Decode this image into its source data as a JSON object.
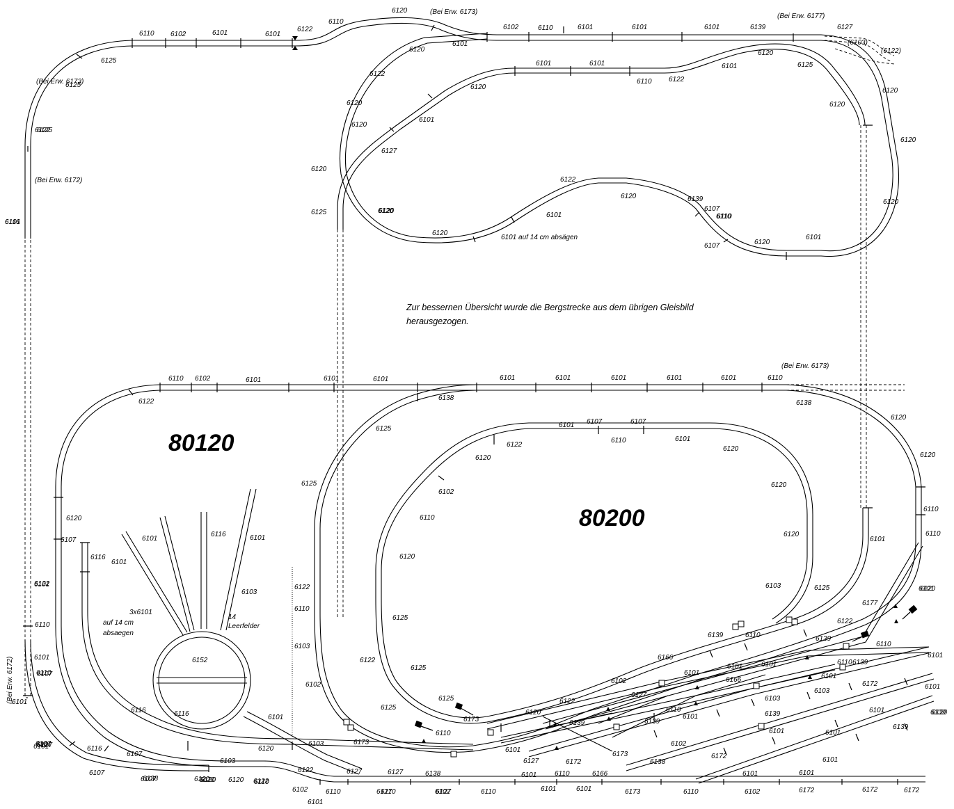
{
  "layouts": {
    "left": "80120",
    "right": "80200"
  },
  "note": {
    "line1": "Zur bessernen Übersicht wurde die Bergstrecke aus dem übrigen Gleisbild",
    "line2": "herausgezogen."
  },
  "turntable": {
    "number": "6152",
    "cut_note": [
      "3x6101",
      "auf 14 cm",
      "absaegen"
    ],
    "empty": [
      "14",
      "Leerfelder"
    ]
  },
  "labels": [
    {
      "t": "6120"
    },
    {
      "t": "(Bei Erw. 6173)"
    },
    {
      "t": "6110"
    },
    {
      "t": "6110"
    },
    {
      "t": "6102"
    },
    {
      "t": "6101"
    },
    {
      "t": "6101"
    },
    {
      "t": "6122"
    },
    {
      "t": "6102"
    },
    {
      "t": "6110"
    },
    {
      "t": "6101"
    },
    {
      "t": "6101"
    },
    {
      "t": "6101"
    },
    {
      "t": "6139"
    },
    {
      "t": "(Bei Erw. 6177)"
    },
    {
      "t": "6127"
    },
    {
      "t": "(6103)"
    },
    {
      "t": "(6122)"
    },
    {
      "t": "6120"
    },
    {
      "t": "6101"
    },
    {
      "t": "6120"
    },
    {
      "t": "6125"
    },
    {
      "t": "6125"
    },
    {
      "t": "6122"
    },
    {
      "t": "6101"
    },
    {
      "t": "6101"
    },
    {
      "t": "6101"
    },
    {
      "t": "6110"
    },
    {
      "t": "6122"
    },
    {
      "t": "6120"
    },
    {
      "t": "6125"
    },
    {
      "t": "6120"
    },
    {
      "t": "6120"
    },
    {
      "t": "6120"
    },
    {
      "t": "6120"
    },
    {
      "t": "6101"
    },
    {
      "t": "6122"
    },
    {
      "t": "6101"
    },
    {
      "t": "6120"
    },
    {
      "t": "6127"
    },
    {
      "t": "6120"
    },
    {
      "t": "6110"
    },
    {
      "t": "6125"
    },
    {
      "t": "6122"
    },
    {
      "t": "6120"
    },
    {
      "t": "6139"
    },
    {
      "t": "6107"
    },
    {
      "t": "6110"
    },
    {
      "t": "6120"
    },
    {
      "t": "6101"
    },
    {
      "t": "6120"
    },
    {
      "t": "6120"
    },
    {
      "t": "6101 auf 14 cm absägen"
    },
    {
      "t": "6107"
    },
    {
      "t": "6120"
    },
    {
      "t": "6120"
    },
    {
      "t": "(Bei Erw. 6172)"
    },
    {
      "t": "(Bei Erw. 6173)"
    },
    {
      "t": "6110"
    },
    {
      "t": "6102"
    },
    {
      "t": "6101"
    },
    {
      "t": "6101"
    },
    {
      "t": "6101"
    },
    {
      "t": "6101"
    },
    {
      "t": "6101"
    },
    {
      "t": "6101"
    },
    {
      "t": "6101"
    },
    {
      "t": "6101"
    },
    {
      "t": "6110"
    },
    {
      "t": "6122"
    },
    {
      "t": "6138"
    },
    {
      "t": "6138"
    },
    {
      "t": "6120"
    },
    {
      "t": "6125"
    },
    {
      "t": "6101"
    },
    {
      "t": "6107"
    },
    {
      "t": "6107"
    },
    {
      "t": "6110"
    },
    {
      "t": "6101"
    },
    {
      "t": "6122"
    },
    {
      "t": "6120"
    },
    {
      "t": "6120"
    },
    {
      "t": "6120"
    },
    {
      "t": "6120"
    },
    {
      "t": "6125"
    },
    {
      "t": "6102"
    },
    {
      "t": "6110"
    },
    {
      "t": "6120"
    },
    {
      "t": "6120"
    },
    {
      "t": "6103"
    },
    {
      "t": "6110"
    },
    {
      "t": "6110"
    },
    {
      "t": "6107"
    },
    {
      "t": "6116"
    },
    {
      "t": "6101"
    },
    {
      "t": "6101"
    },
    {
      "t": "6116"
    },
    {
      "t": "6101"
    },
    {
      "t": "6103"
    },
    {
      "t": "6101"
    },
    {
      "t": "6101"
    },
    {
      "t": "6120"
    },
    {
      "t": "6125"
    },
    {
      "t": "6177"
    },
    {
      "t": "6125"
    },
    {
      "t": "6120"
    },
    {
      "t": "6122"
    },
    {
      "t": "6110"
    },
    {
      "t": "6103"
    },
    {
      "t": "6102"
    },
    {
      "t": "6122"
    },
    {
      "t": "6125"
    },
    {
      "t": "6125"
    },
    {
      "t": "6125"
    },
    {
      "t": "6125"
    },
    {
      "t": "6120"
    },
    {
      "t": "6122"
    },
    {
      "t": "6102"
    },
    {
      "t": "6166"
    },
    {
      "t": "6101"
    },
    {
      "t": "6101"
    },
    {
      "t": "6110"
    },
    {
      "t": "6101"
    },
    {
      "t": "6139"
    },
    {
      "t": "6139"
    },
    {
      "t": "6122"
    },
    {
      "t": "6110"
    },
    {
      "t": "6101"
    },
    {
      "t": "6110"
    },
    {
      "t": "6139"
    },
    {
      "t": "6127"
    },
    {
      "t": "6110"
    },
    {
      "t": "6101"
    },
    {
      "t": "6166"
    },
    {
      "t": "6103"
    },
    {
      "t": "6110"
    },
    {
      "t": "6173"
    },
    {
      "t": "6101"
    },
    {
      "t": "6139"
    },
    {
      "t": "6127"
    },
    {
      "t": "6139"
    },
    {
      "t": "6172"
    },
    {
      "t": "6173"
    },
    {
      "t": "6102"
    },
    {
      "t": "6138"
    },
    {
      "t": "6172"
    },
    {
      "t": "6103"
    },
    {
      "t": "6172"
    },
    {
      "t": "6139"
    },
    {
      "t": "6101"
    },
    {
      "t": "6101"
    },
    {
      "t": "6101"
    },
    {
      "t": "6101"
    },
    {
      "t": "6101"
    },
    {
      "t": "6101"
    },
    {
      "t": "6101"
    },
    {
      "t": "6101"
    },
    {
      "t": "6139"
    },
    {
      "t": "6139"
    },
    {
      "t": "6116"
    },
    {
      "t": "6116"
    },
    {
      "t": "6116"
    },
    {
      "t": "6101"
    },
    {
      "t": "6120"
    },
    {
      "t": "6103"
    },
    {
      "t": "6103"
    },
    {
      "t": "6122"
    },
    {
      "t": "6122"
    },
    {
      "t": "6173"
    },
    {
      "t": "6127"
    },
    {
      "t": "6127"
    },
    {
      "t": "6138"
    },
    {
      "t": "6101"
    },
    {
      "t": "6110"
    },
    {
      "t": "6166"
    },
    {
      "t": "6107"
    },
    {
      "t": "6107"
    },
    {
      "t": "6107"
    },
    {
      "t": "6120"
    },
    {
      "t": "6120"
    },
    {
      "t": "6110"
    },
    {
      "t": "6102"
    },
    {
      "t": "6110"
    },
    {
      "t": "6127"
    },
    {
      "t": "6127"
    },
    {
      "t": "6110"
    },
    {
      "t": "6101"
    },
    {
      "t": "6101"
    },
    {
      "t": "6173"
    },
    {
      "t": "6110"
    },
    {
      "t": "6102"
    },
    {
      "t": "6172"
    },
    {
      "t": "6172"
    },
    {
      "t": "6172"
    },
    {
      "t": "6101"
    },
    {
      "t": "6101"
    },
    {
      "t": "6116"
    },
    {
      "t": "(Bei Erw. 6173)"
    },
    {
      "t": "(Bei Erw. 6172)"
    },
    {
      "t": "6110"
    },
    {
      "t": "6122"
    },
    {
      "t": "6101"
    },
    {
      "t": "6107"
    },
    {
      "t": "6101"
    },
    {
      "t": "6107"
    },
    {
      "t": "6127"
    },
    {
      "t": "6138"
    },
    {
      "t": "6120"
    },
    {
      "t": "6120"
    },
    {
      "t": "6110"
    },
    {
      "t": "6102"
    },
    {
      "t": "6110"
    },
    {
      "t": "6101"
    },
    {
      "t": "6101"
    },
    {
      "t": "6101"
    },
    {
      "t": "6120"
    },
    {
      "t": "6110"
    },
    {
      "t": "6103"
    },
    {
      "t": "6101"
    },
    {
      "t": "6116"
    },
    {
      "t": "6101"
    },
    {
      "t": "6101"
    }
  ]
}
